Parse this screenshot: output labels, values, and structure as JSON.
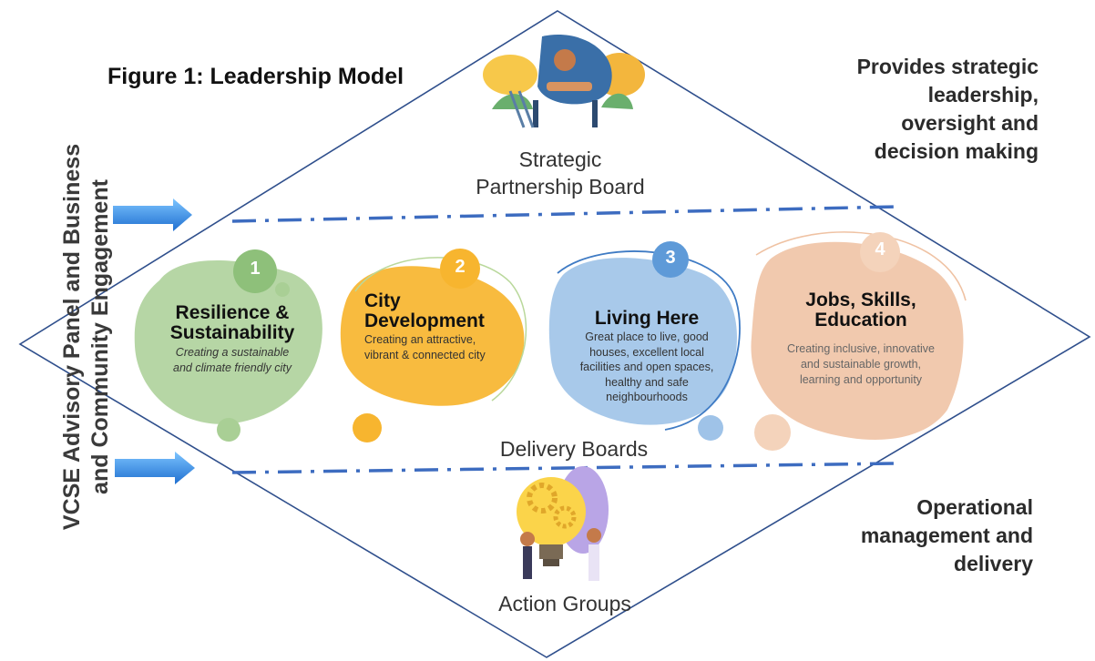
{
  "figure_title": "Figure 1: Leadership Model",
  "left_label": {
    "line1": "VCSE Advisory Panel and Business",
    "line2": "and Community Engagement"
  },
  "right_top": {
    "line1": "Provides strategic",
    "line2": "leadership,",
    "line3": "oversight and",
    "line4": "decision making"
  },
  "right_bottom": {
    "line1": "Operational",
    "line2": "management and",
    "line3": "delivery"
  },
  "strategic_board": {
    "line1": "Strategic",
    "line2": "Partnership Board"
  },
  "delivery_boards_label": "Delivery  Boards",
  "action_groups_label": "Action Groups",
  "boards": [
    {
      "number": "1",
      "title_line1": "Resilience &",
      "title_line2": "Sustainability",
      "desc_line1": "Creating a sustainable",
      "desc_line2": "and climate friendly city",
      "color": "#a9cf95"
    },
    {
      "number": "2",
      "title_line1": "City",
      "title_line2": "Development",
      "desc_line1": "Creating an attractive,",
      "desc_line2": "vibrant & connected city",
      "color": "#f7b52f"
    },
    {
      "number": "3",
      "title_line1": "Living Here",
      "desc_line1": "Great place to live, good",
      "desc_line2": "houses, excellent local",
      "desc_line3": "facilities and open spaces,",
      "desc_line4": "healthy and safe",
      "desc_line5": "neighbourhoods",
      "color": "#9fc3e8"
    },
    {
      "number": "4",
      "title_line1": "Jobs, Skills,",
      "title_line2": "Education",
      "desc_line1": "Creating inclusive, innovative",
      "desc_line2": "and sustainable growth,",
      "desc_line3": "learning and opportunity",
      "color": "#efc2a3"
    }
  ],
  "colors": {
    "diamond_outline": "#2f4f8c",
    "dashed_line": "#3d6cc0",
    "arrow": "#3c8fe0"
  },
  "icons": [
    "teamwork-illustration-icon",
    "lightbulb-gears-illustration-icon",
    "right-arrow-icon"
  ]
}
